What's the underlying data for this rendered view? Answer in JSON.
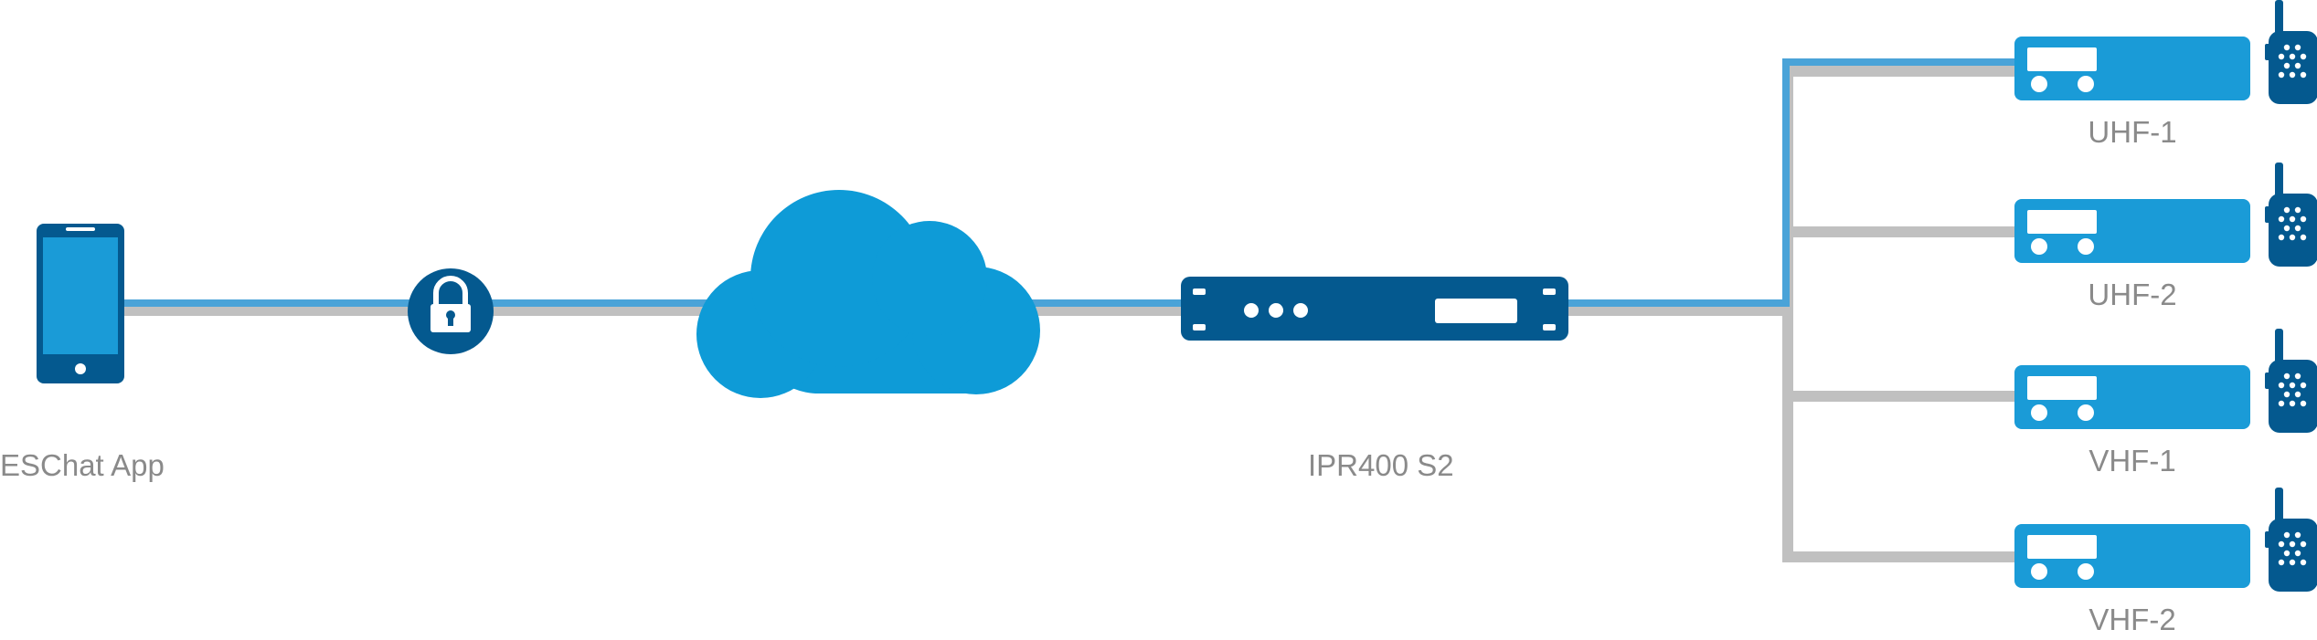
{
  "colors": {
    "gray_link": "#c0c0c0",
    "blue_link": "#4aa3d8",
    "dark_blue": "#04598f",
    "cloud_blue": "#0e9bd7",
    "radio_blue": "#1a9bd7"
  },
  "nodes": {
    "app": {
      "label": "ESChat App",
      "icon": "smartphone-icon"
    },
    "lock": {
      "icon": "lock-icon"
    },
    "cloud": {
      "icon": "cloud-icon"
    },
    "gateway": {
      "label": "IPR400 S2",
      "icon": "rack-gateway-icon"
    }
  },
  "radios": [
    {
      "label": "UHF-1",
      "link": "blue"
    },
    {
      "label": "UHF-2",
      "link": "gray"
    },
    {
      "label": "VHF-1",
      "link": "gray"
    },
    {
      "label": "VHF-2",
      "link": "gray"
    }
  ]
}
